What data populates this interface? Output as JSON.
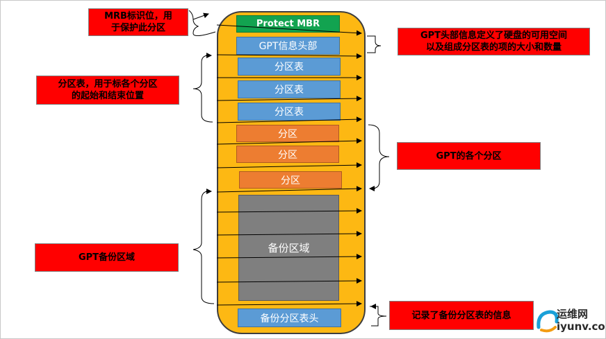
{
  "blocks": {
    "protect_mbr": "Protect MBR",
    "gpt_header": "GPT信息头部",
    "partition_tables": [
      "分区表",
      "分区表",
      "分区表"
    ],
    "partitions": [
      "分区",
      "分区",
      "分区"
    ],
    "backup_region": "备份区域",
    "backup_table_header": "备份分区表头"
  },
  "annotations": {
    "mbr": "MRB标识位，用\n于保护此分区",
    "gpt_header": "GPT头部信息定义了硬盘的可用空间\n以及组成分区表的项的大小和数量",
    "partition_table": "分区表，用于标各个分区\n的起始和结束位置",
    "partitions": "GPT的各个分区",
    "backup": "GPT备份区域",
    "backup_header": "记录了备份分区表的信息"
  },
  "watermark": {
    "line1": "运维网",
    "line2": "iyunv.com"
  },
  "colors": {
    "disk": "#fdb813",
    "mbr_block": "#12a350",
    "table_block": "#5b9bd5",
    "partition_block": "#ed7d31",
    "backup_block": "#7f7f7f",
    "label_bg": "#ff0000"
  }
}
